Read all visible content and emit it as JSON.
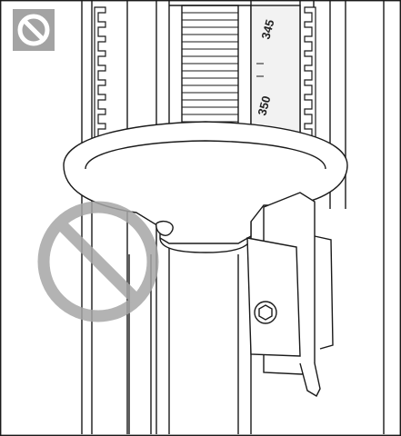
{
  "illustration": {
    "subject": "pipette-mounting-clip",
    "scale_marks": [
      "345",
      "350"
    ]
  },
  "badges": {
    "corner": {
      "icon": "prohibited-icon",
      "background": "#a3a3a3",
      "foreground": "#ffffff"
    },
    "overlay": {
      "icon": "prohibited-icon",
      "color": "#a6a6a6",
      "opacity": 0.85
    }
  },
  "colors": {
    "line": "#1a1a1a",
    "background": "#ffffff",
    "window": "#f2f2f2"
  }
}
